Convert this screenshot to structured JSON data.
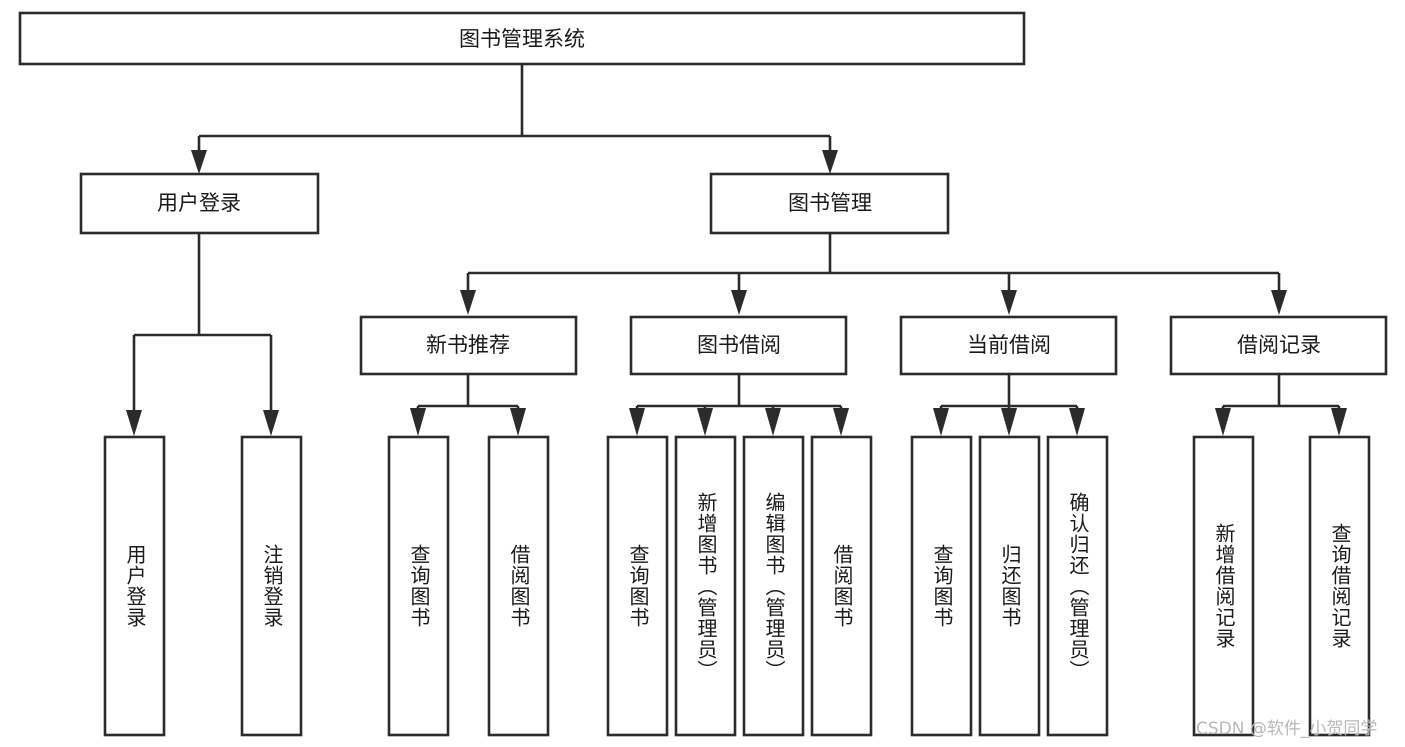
{
  "diagram": {
    "title": "图书管理系统",
    "type": "hierarchy-tree",
    "background_color": "#ffffff",
    "line_color": "#2b2b2b",
    "text_color": "#1a1a1a",
    "root": {
      "label": "图书管理系统"
    },
    "level2": [
      {
        "label": "用户登录"
      },
      {
        "label": "图书管理"
      }
    ],
    "level3": [
      {
        "label": "新书推荐"
      },
      {
        "label": "图书借阅"
      },
      {
        "label": "当前借阅"
      },
      {
        "label": "借阅记录"
      }
    ],
    "leaves": {
      "user_login": [
        {
          "label": "用户登录"
        },
        {
          "label": "注销登录"
        }
      ],
      "new_book_recommend": [
        {
          "label": "查询图书"
        },
        {
          "label": "借阅图书"
        }
      ],
      "book_borrow": [
        {
          "label": "查询图书"
        },
        {
          "label": "新增图书（管理员）"
        },
        {
          "label": "编辑图书（管理员）"
        },
        {
          "label": "借阅图书"
        }
      ],
      "current_borrow": [
        {
          "label": "查询图书"
        },
        {
          "label": "归还图书"
        },
        {
          "label": "确认归还（管理员）"
        }
      ],
      "borrow_records": [
        {
          "label": "新增借阅记录"
        },
        {
          "label": "查询借阅记录"
        }
      ]
    },
    "watermark": "CSDN @软件_小贺同学"
  }
}
